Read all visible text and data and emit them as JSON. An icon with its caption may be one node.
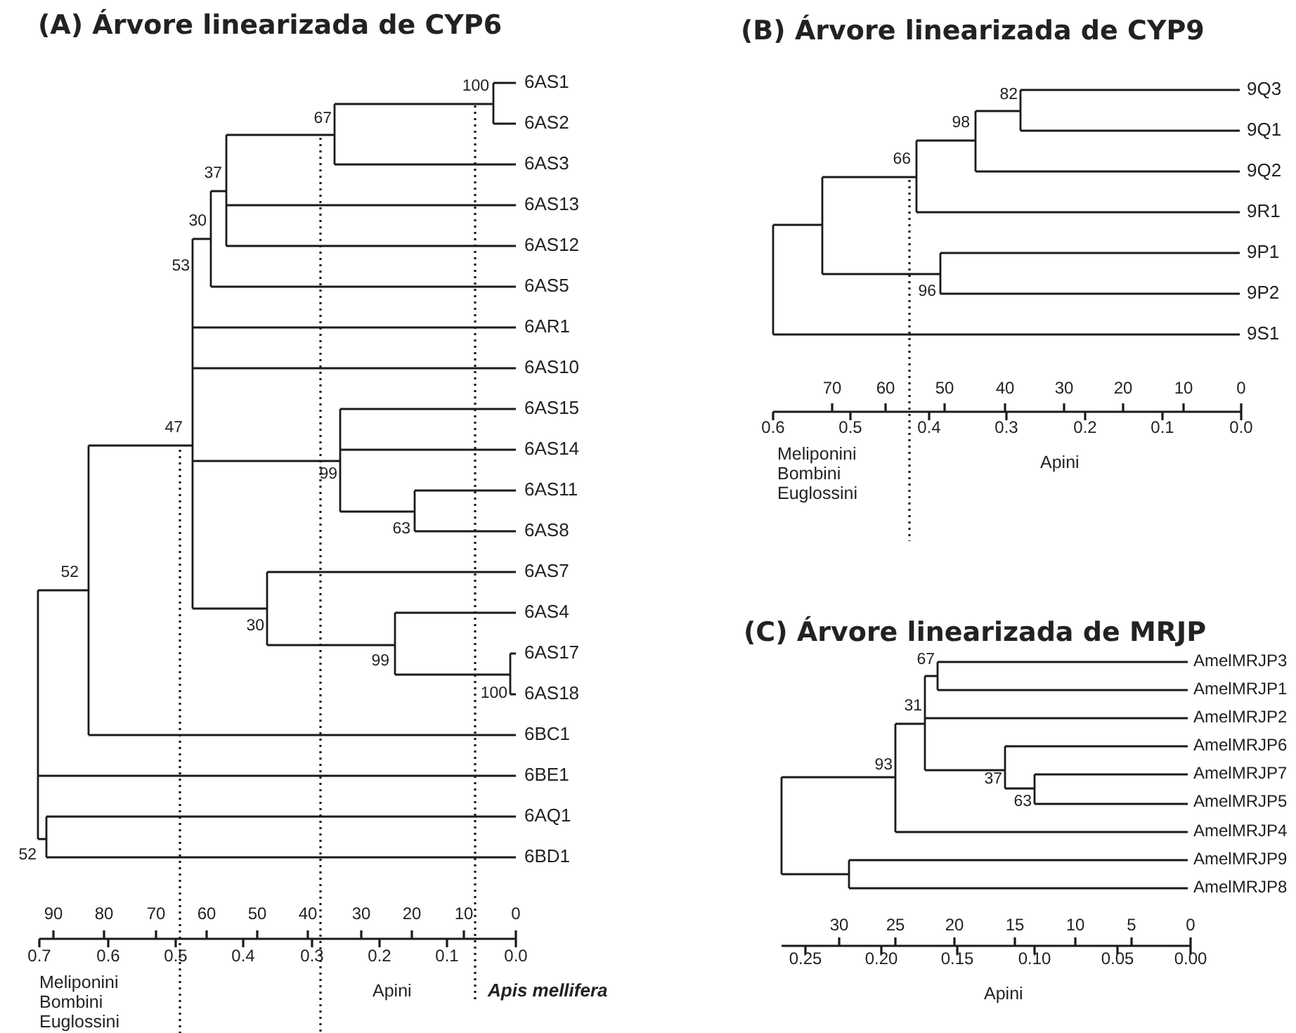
{
  "diagram": {
    "labels": [
      "(A) Árvore linearizada de CYP6",
      "6AS1",
      "6AS2",
      "6AS3",
      "6AS13",
      "6AS12",
      "6AS5",
      "6AR1",
      "6AS10",
      "6AS15",
      "6AS14",
      "6AS11",
      "6AS8",
      "6AS7",
      "6AS4",
      "6AS17",
      "6AS18",
      "6BC1",
      "6BE1",
      "6AQ1",
      "6BD1",
      "100",
      "67",
      "37",
      "30",
      "53",
      "47",
      "99",
      "63",
      "52",
      "30",
      "99",
      "100",
      "52",
      "90",
      "80",
      "70",
      "60",
      "50",
      "40",
      "30",
      "20",
      "10",
      "0",
      "0.7",
      "0.6",
      "0.5",
      "0.4",
      "0.3",
      "0.2",
      "0.1",
      "0.0",
      "Meliponini Bombini Euglossini",
      "Apini",
      "Apis mellifera",
      "(B) Árvore linearizada de CYP9",
      "9Q3",
      "9Q1",
      "9Q2",
      "9R1",
      "9P1",
      "9P2",
      "9S1",
      "82",
      "98",
      "66",
      "96",
      "70",
      "60",
      "50",
      "40",
      "30",
      "20",
      "10",
      "0",
      "0.6",
      "0.5",
      "0.4",
      "0.3",
      "0.2",
      "0.1",
      "0.0",
      "Meliponini Bombini Euglossini",
      "Apini",
      "(C) Árvore linearizada de MRJP",
      "AmelMRJP3",
      "AmelMRJP1",
      "AmelMRJP2",
      "AmelMRJP6",
      "AmelMRJP7",
      "AmelMRJP5",
      "AmelMRJP4",
      "AmelMRJP9",
      "AmelMRJP8",
      "67",
      "31",
      "93",
      "37",
      "63",
      "30",
      "25",
      "20",
      "15",
      "10",
      "5",
      "0",
      "0.25",
      "0.20",
      "0.15",
      "0.10",
      "0.05",
      "0.00",
      "Apini"
    ]
  }
}
